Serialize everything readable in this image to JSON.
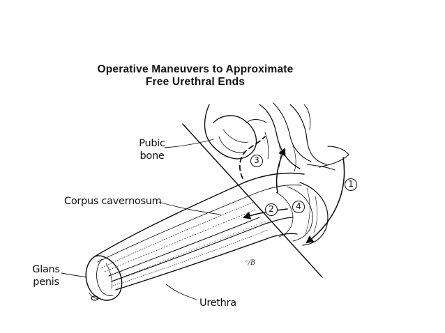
{
  "title": {
    "line1": "Operative Maneuvers to Approximate",
    "line2": "Free Urethral Ends"
  },
  "labels": {
    "pubic_line1": "Pubic",
    "pubic_line2": "bone",
    "corpus": "Corpus cavernosum",
    "glans_line1": "Glans",
    "glans_line2": "penis",
    "urethra": "Urethra"
  },
  "steps": [
    "1",
    "2",
    "3",
    "4"
  ],
  "signature": "ᶜ/B",
  "colors": {
    "ink": "#111111",
    "background": "#ffffff"
  }
}
